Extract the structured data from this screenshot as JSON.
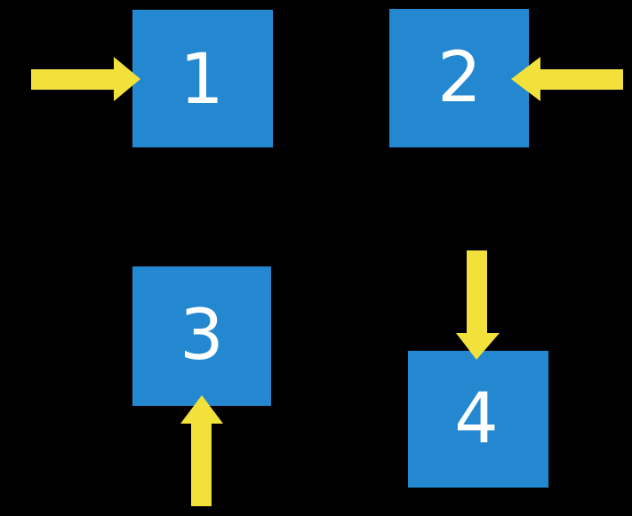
{
  "diagram": {
    "description": "Four numbered blue squares on a black background, each pointed at by a thick yellow arrow from a different side",
    "background": "#000000",
    "colors": {
      "square_blue": "#2488D0",
      "arrow_yellow": "#F2E13A",
      "number_white": "#FFFFFF"
    },
    "squares": [
      {
        "label": "1",
        "arrow_direction": "right",
        "arrow_side": "left"
      },
      {
        "label": "2",
        "arrow_direction": "left",
        "arrow_side": "right"
      },
      {
        "label": "3",
        "arrow_direction": "up",
        "arrow_side": "bottom"
      },
      {
        "label": "4",
        "arrow_direction": "down",
        "arrow_side": "top"
      }
    ]
  }
}
